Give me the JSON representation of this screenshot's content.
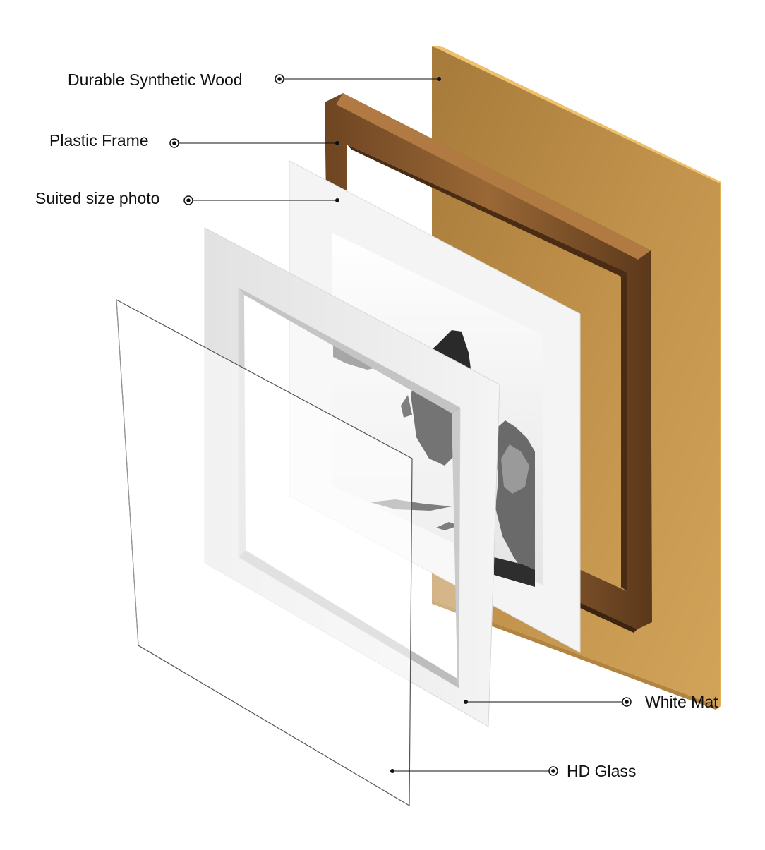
{
  "labels": {
    "wood": "Durable Synthetic Wood",
    "frame": "Plastic Frame",
    "photo": "Suited size photo",
    "mat": "White Mat",
    "glass": "HD Glass"
  },
  "colors": {
    "backboard_face": "#c69a55",
    "backboard_edge": "#e8b75e",
    "frame_wood": "#8a5a2e",
    "frame_inner": "#5e3a1c",
    "photo_sheet": "#f6f6f6",
    "mat_face": "#eeeeee",
    "mat_bevel": "#c8c8c8",
    "glass_edge": "#555555",
    "leader_line": "#111111"
  }
}
